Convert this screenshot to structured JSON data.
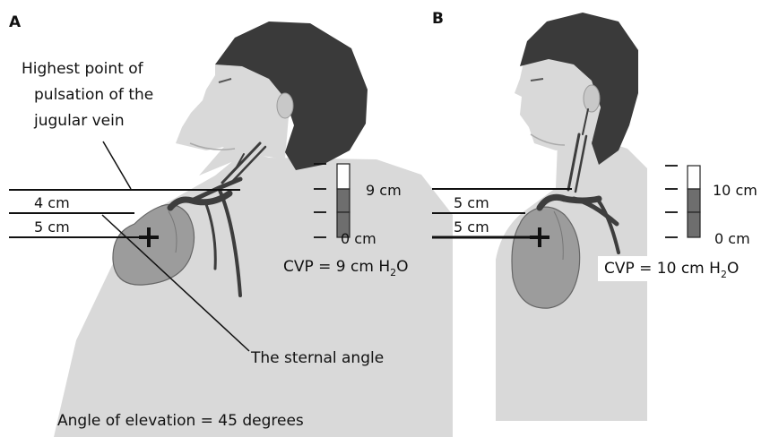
{
  "panels": [
    {
      "id": "A",
      "label": "A",
      "callout_jugular": [
        "Highest point of",
        "pulsation of the",
        "jugular vein"
      ],
      "measure_1": "4 cm",
      "measure_2": "5 cm",
      "scale_top": "9 cm",
      "scale_bottom": "0 cm",
      "cvp_prefix": "CVP = 9 cm H",
      "cvp_sub": "2",
      "cvp_suffix": "O",
      "callout_sternal": "The sternal angle",
      "angle_caption": "Angle of elevation = 45 degrees"
    },
    {
      "id": "B",
      "label": "B",
      "measure_1": "5 cm",
      "measure_2": "5 cm",
      "scale_top": "10 cm",
      "scale_bottom": "0 cm",
      "cvp_prefix": "CVP = 10 cm H",
      "cvp_sub": "2",
      "cvp_suffix": "O"
    }
  ],
  "colors": {
    "skin": "#d9d9d9",
    "hair": "#3a3a3a",
    "heart": "#9c9c9c",
    "vessel": "#3d3d3d",
    "scale_dark": "#6e6e6e",
    "line": "#111111"
  }
}
